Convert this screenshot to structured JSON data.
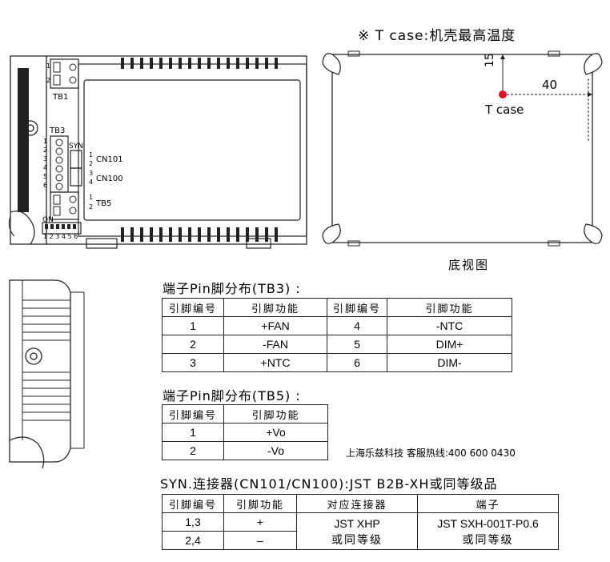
{
  "tcase_title": "※ T case:机壳最高温度",
  "bottom_view": {
    "dim_15": "15",
    "dim_40": "40",
    "tcase_label": "T case",
    "caption": "底视图"
  },
  "top_view": {
    "tb1": "TB1",
    "tb3": "TB3",
    "syn": "SYN",
    "cn101": "CN101",
    "cn100": "CN100",
    "tb5": "TB5",
    "on": "ON",
    "dip": "1 2 3 4 5 6",
    "tb1_pins": [
      "1",
      "2"
    ],
    "tb3_pins": [
      "1",
      "2",
      "3",
      "4",
      "5",
      "6"
    ],
    "cn101_pins": [
      "1",
      "2"
    ],
    "cn100_pins": [
      "3",
      "4"
    ],
    "tb5_pins": [
      "1",
      "2"
    ]
  },
  "tb3_section": {
    "title": "端子Pin脚分布(TB3) :",
    "headers": [
      "引脚编号",
      "引脚功能",
      "引脚编号",
      "引脚功能"
    ],
    "rows": [
      [
        "1",
        "+FAN",
        "4",
        "-NTC"
      ],
      [
        "2",
        "-FAN",
        "5",
        "DIM+"
      ],
      [
        "3",
        "+NTC",
        "6",
        "DIM-"
      ]
    ]
  },
  "tb5_section": {
    "title": "端子Pin脚分布(TB5) :",
    "headers": [
      "引脚编号",
      "引脚功能"
    ],
    "rows": [
      [
        "1",
        "+Vo"
      ],
      [
        "2",
        "-Vo"
      ]
    ]
  },
  "hotline": "上海乐兹科技 客服热线:400 600 0430",
  "syn_section": {
    "title": "SYN.连接器(CN101/CN100):JST B2B-XH或同等级品",
    "headers": [
      "引脚编号",
      "引脚功能",
      "对应连接器",
      "端子"
    ],
    "rows": [
      [
        "1,3",
        "+"
      ],
      [
        "2,4",
        "–"
      ]
    ],
    "connector_line1": "JST XHP",
    "connector_line2": "或同等级",
    "terminal_line1": "JST SXH-001T-P0.6",
    "terminal_line2": "或同等级"
  },
  "colors": {
    "line": "#222222",
    "tcase_dot": "#e01020"
  }
}
